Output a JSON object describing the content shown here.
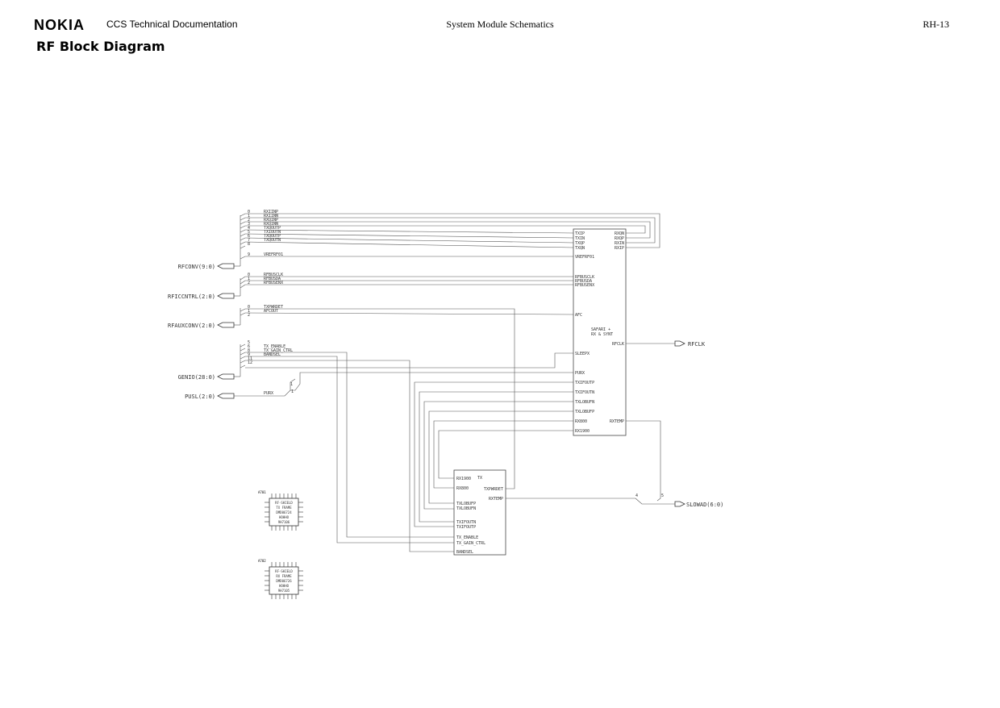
{
  "header": {
    "logo": "NOKIA",
    "doc_title": "CCS Technical Documentation",
    "section_title": "System Module Schematics",
    "page_id": "RH-13",
    "page_title": "RF Block Diagram"
  },
  "buses": {
    "rfconv": "RFCONV(9:0)",
    "rficcntrl": "RFICCNTRL(2:0)",
    "rfauxconv": "RFAUXCONV(2:0)",
    "genio": "GENIO(28:0)",
    "pusl": "PUSL(2:0)",
    "rfclk": "RFCLK",
    "slowad": "SLOWAD(6:0)"
  },
  "rfconv_nets": [
    {
      "idx": "0",
      "name": "RXIINP"
    },
    {
      "idx": "1",
      "name": "RXIINN"
    },
    {
      "idx": "2",
      "name": "RXQINP"
    },
    {
      "idx": "3",
      "name": "RXQINN"
    },
    {
      "idx": "4",
      "name": "TXQOUTP"
    },
    {
      "idx": "5",
      "name": "TXIOUTN"
    },
    {
      "idx": "6",
      "name": "TXQOUTP"
    },
    {
      "idx": "7",
      "name": "TXQOUTN"
    },
    {
      "idx": "8",
      "name": ""
    },
    {
      "idx": "9",
      "name": "VREFRF01"
    }
  ],
  "rficcntrl_nets": [
    {
      "idx": "0",
      "name": "RFBUSCLK"
    },
    {
      "idx": "1",
      "name": "RFBUSDA"
    },
    {
      "idx": "2",
      "name": "RFBUSENX"
    }
  ],
  "rfauxconv_nets": [
    {
      "idx": "0",
      "name": "TXPWRDET"
    },
    {
      "idx": "1",
      "name": "AFCOUT"
    },
    {
      "idx": "2",
      "name": ""
    }
  ],
  "genio_nets": [
    {
      "idx": "5",
      "name": ""
    },
    {
      "idx": "6",
      "name": "TX_ENABLE"
    },
    {
      "idx": "8",
      "name": "TX_GAIN_CTRL"
    },
    {
      "idx": "9",
      "name": "BANDSEL"
    },
    {
      "idx": "11",
      "name": ""
    },
    {
      "idx": "12",
      "name": ""
    }
  ],
  "pusl_net": {
    "name": "PURX",
    "idx1": "1",
    "idx2": "1"
  },
  "safari": {
    "title1": "SAFARI +",
    "title2": "RX & SYNT",
    "left_pins": [
      "TXIP",
      "TXIN",
      "TXQP",
      "TXQN",
      "VREFRF01",
      "RFBUSCLK",
      "RFBUSDA",
      "RFBUSENX",
      "AFC",
      "SLEEPX",
      "PURX",
      "TXIFOUTP",
      "TXIFOUTN",
      "TXLOBUFN",
      "TXLOBUFP",
      "RX800",
      "RX1900"
    ],
    "right_pins": [
      "RXQN",
      "RXQP",
      "RXIN",
      "RXIP",
      "RFCLK",
      "RXTEMP"
    ]
  },
  "tx": {
    "title": "TX",
    "left_pins": [
      "RX1900",
      "RX800",
      "TXLOBUFP",
      "TXLOBUFN",
      "TXIFOUTN",
      "TXIFOUTP",
      "TX_ENABLE",
      "TX_GAIN_CTRL",
      "BANDSEL"
    ],
    "right_pins": [
      "TXPWRDET",
      "RXTEMP"
    ]
  },
  "slowad_taps": {
    "a": "4",
    "b": "5"
  },
  "shield1": {
    "ref": "A701",
    "lines": [
      "RF-SHIELD",
      "TX FRAME",
      "DMD06724",
      "HOHHO",
      "9H7106"
    ]
  },
  "shield2": {
    "ref": "A702",
    "lines": [
      "RF-SHIELD",
      "RX FRAME",
      "DMD06726",
      "HOHHO",
      "9H7105"
    ]
  }
}
